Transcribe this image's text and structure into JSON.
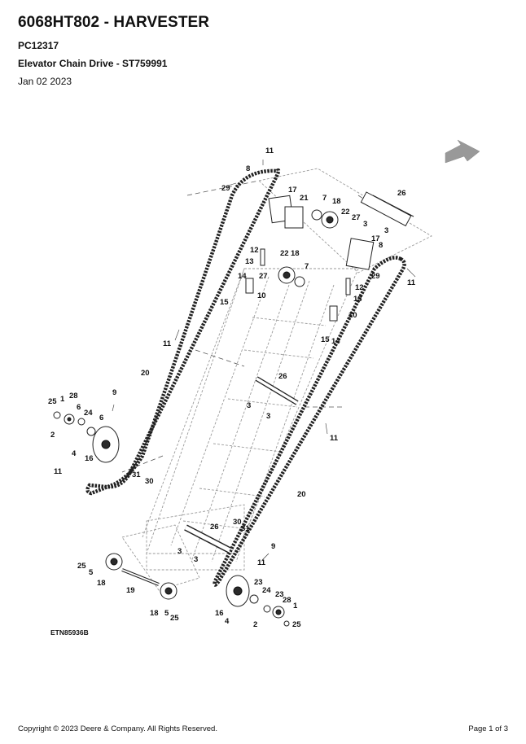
{
  "header": {
    "title": "6068HT802 - HARVESTER",
    "catalog": "PC12317",
    "section": "Elevator Chain Drive - ST759991",
    "date": "Jan 02 2023"
  },
  "figure": {
    "id": "ETN85936B",
    "callouts": [
      "1",
      "2",
      "3",
      "4",
      "5",
      "6",
      "7",
      "8",
      "9",
      "10",
      "11",
      "12",
      "13",
      "14",
      "15",
      "16",
      "17",
      "18",
      "19",
      "20",
      "21",
      "22",
      "23",
      "24",
      "25",
      "26",
      "27",
      "28",
      "29",
      "30",
      "31"
    ],
    "icons": [
      "arrow-icon"
    ]
  },
  "footer": {
    "copyright": "Copyright © 2023 Deere & Company. All Rights Reserved.",
    "page": "Page 1 of 3"
  },
  "colors": {
    "text": "#111111",
    "frame": "#9a9a9a",
    "arrow": "#999999"
  }
}
